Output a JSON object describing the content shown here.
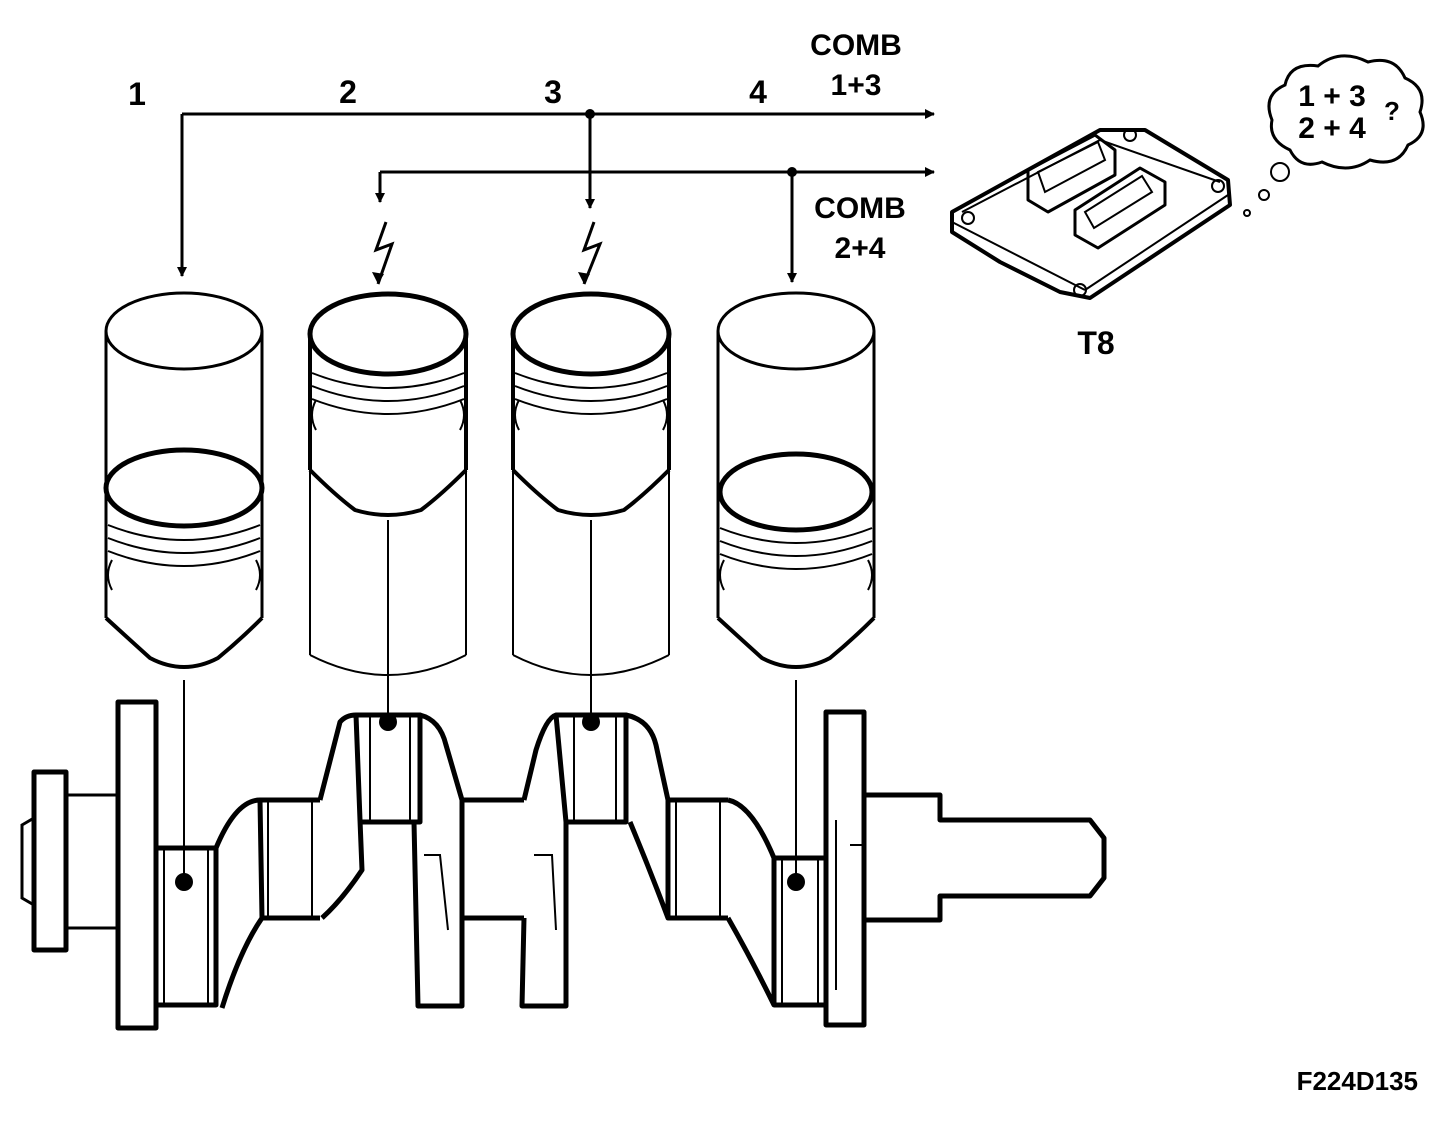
{
  "cylinders": [
    {
      "number": "1"
    },
    {
      "number": "2"
    },
    {
      "number": "3"
    },
    {
      "number": "4"
    }
  ],
  "signals": {
    "comb13": {
      "line1": "COMB",
      "line2": "1+3"
    },
    "comb24": {
      "line1": "COMB",
      "line2": "2+4"
    }
  },
  "ecu": {
    "label": "T8"
  },
  "thought": {
    "line1": "1 + 3",
    "line2": "2 + 4",
    "mark": "?"
  },
  "figure_code": "F224D135"
}
